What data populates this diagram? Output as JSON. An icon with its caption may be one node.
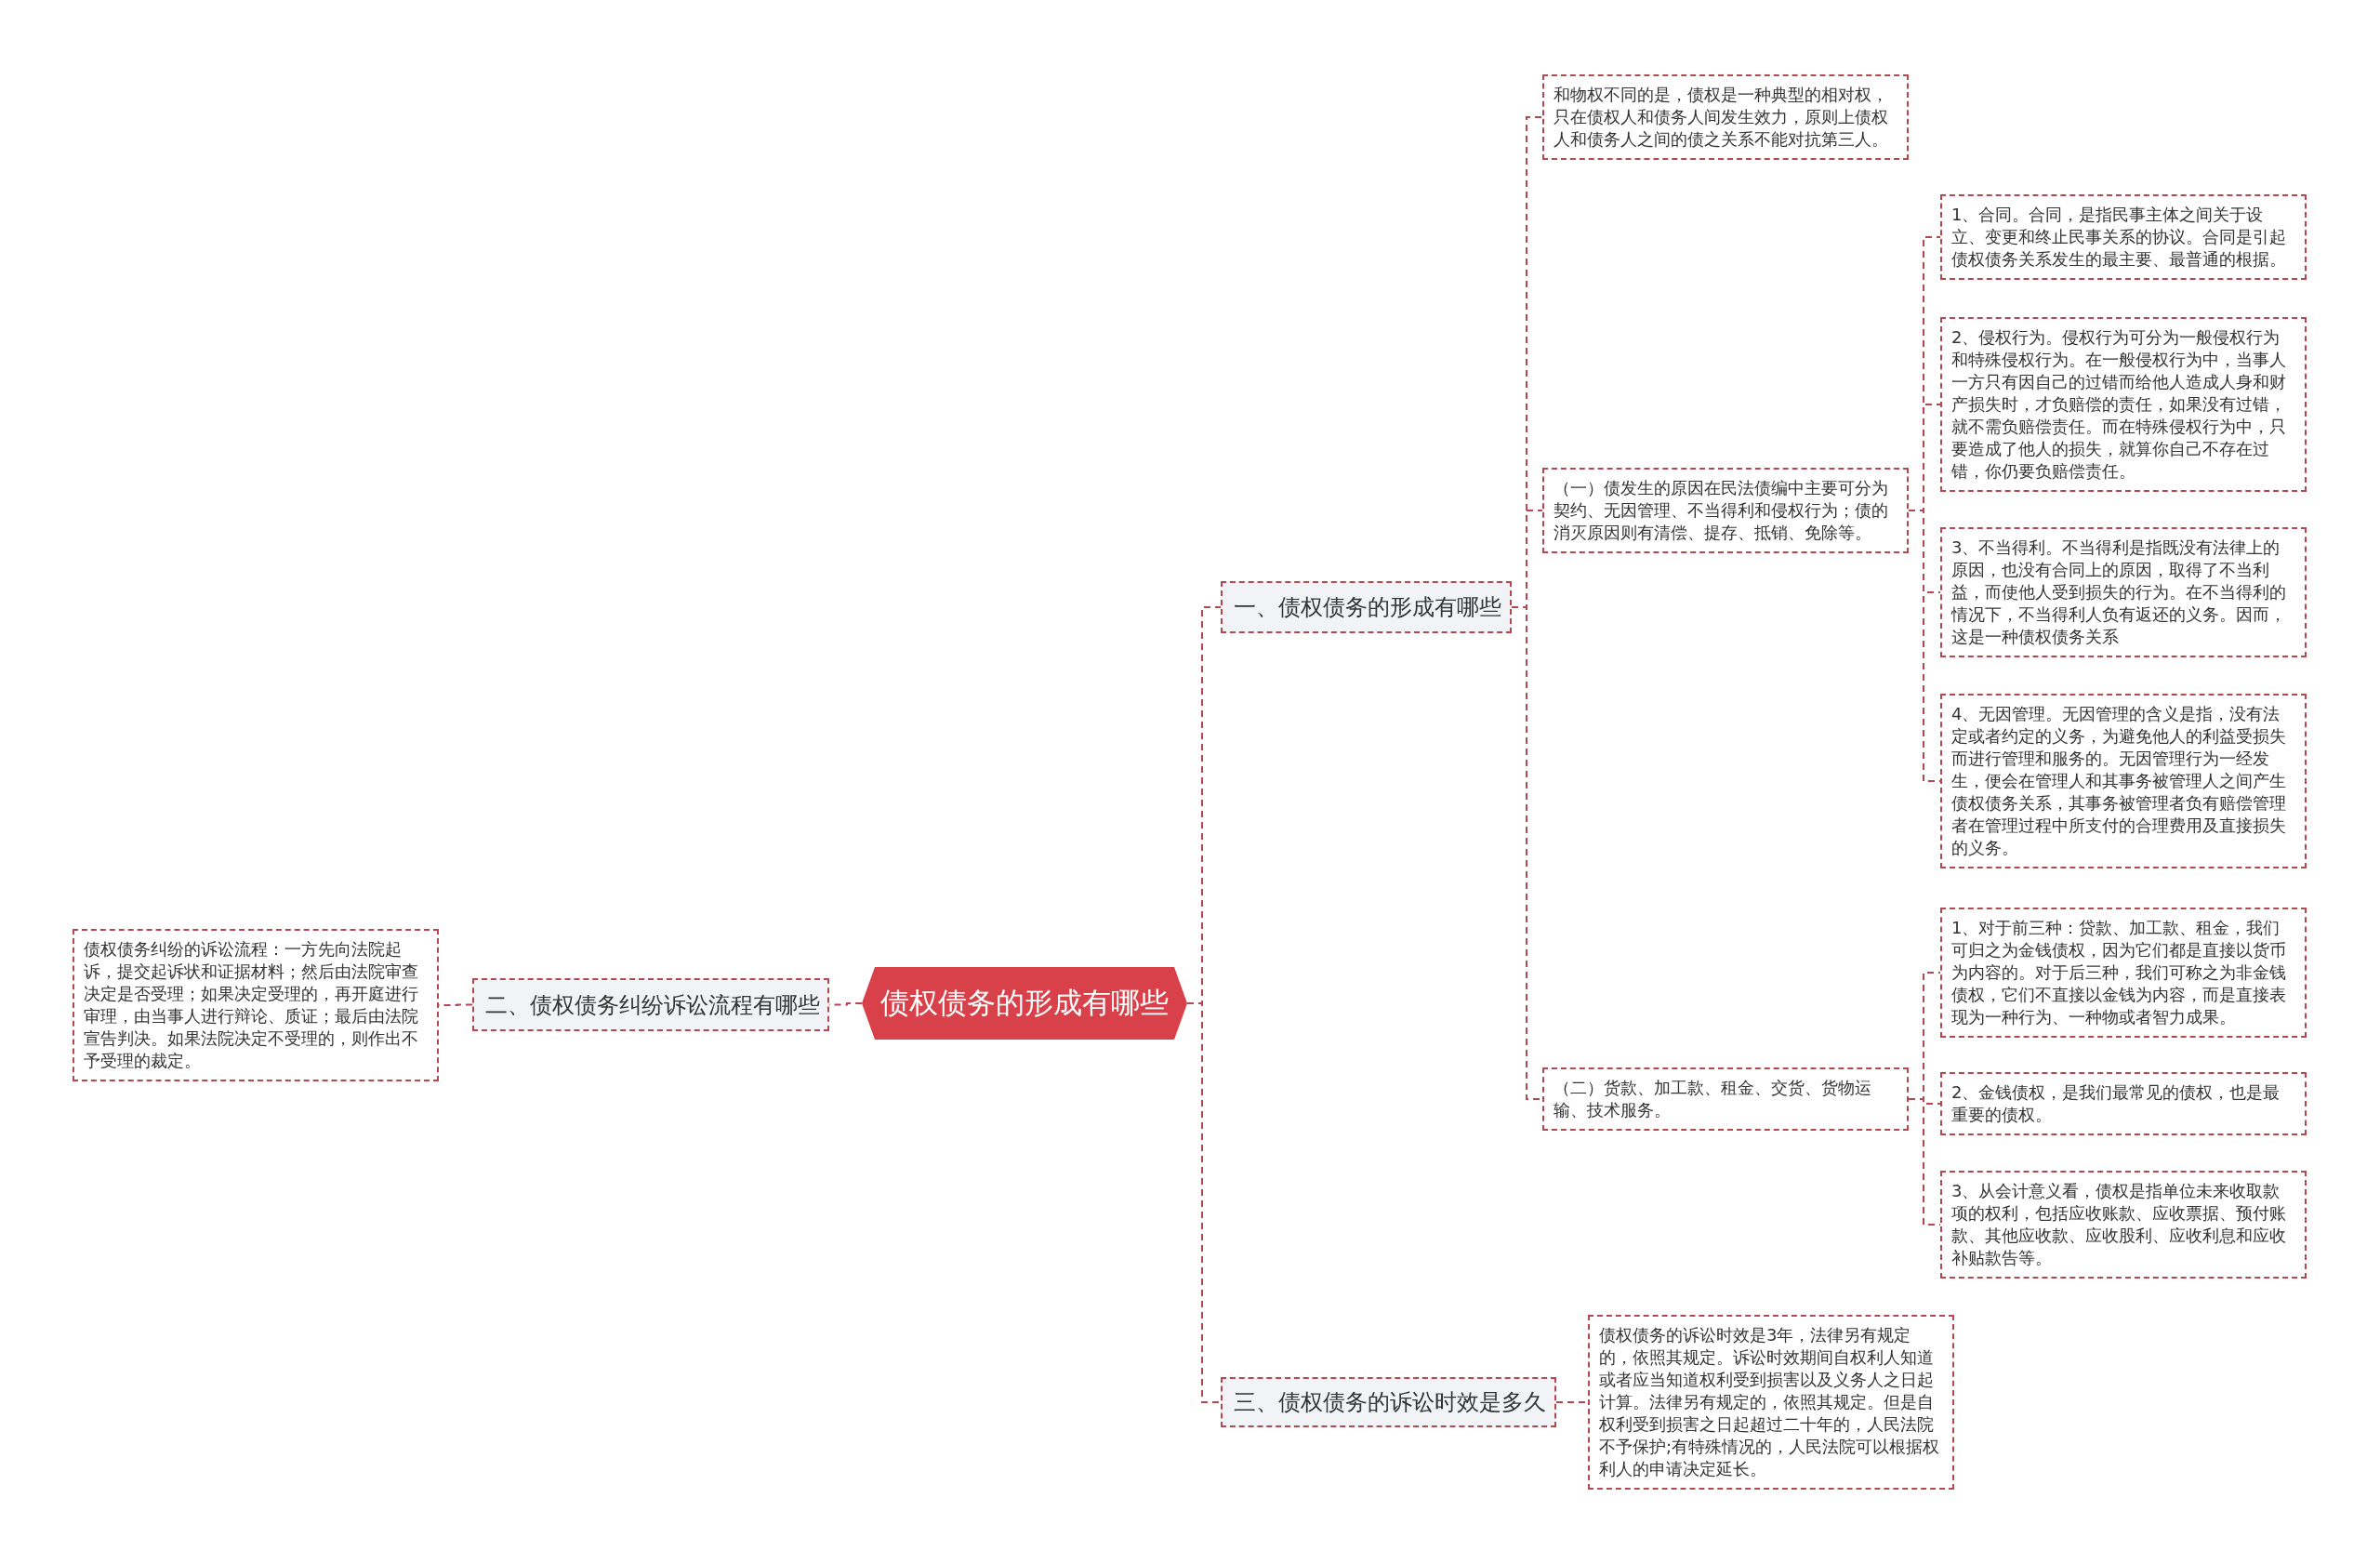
{
  "diagram": {
    "nodes": [
      {
        "text": [
          "债权债务的形成有哪些"
        ]
      },
      {
        "text": [
          "一、债权债务的形成有哪些"
        ]
      },
      {
        "text": [
          "和物权不同的是，债权是一种典型的相对权，只在债权人和债务人间发生效力，原则上债权人和债务人之间的债之关系不能对抗第三人。"
        ]
      },
      {
        "text": [
          "（一）债发生的原因在民法债编中主要可分为契约、无因管理、不当得利和侵权行为；债的消灭原因则有清偿、提存、抵销、免除等。"
        ]
      },
      {
        "text": [
          "1、合同。合同，是指民事主体之间关于设立、变更和终止民事关系的协议。合同是引起债权债务关系发生的最主要、最普通的根据。"
        ]
      },
      {
        "text": [
          "2、侵权行为。侵权行为可分为一般侵权行为和特殊侵权行为。在一般侵权行为中，当事人一方只有因自己的过错而给他人造成人身和财产损失时，才负赔偿的责任，如果没有过错，就不需负赔偿责任。而在特殊侵权行为中，只要造成了他人的损失，就算你自己不存在过错，你仍要负赔偿责任。"
        ]
      },
      {
        "text": [
          "3、不当得利。不当得利是指既没有法律上的原因，也没有合同上的原因，取得了不当利益，而使他人受到损失的行为。在不当得利的情况下，不当得利人负有返还的义务。因而，这是一种债权债务关系"
        ]
      },
      {
        "text": [
          "4、无因管理。无因管理的含义是指，没有法定或者约定的义务，为避免他人的利益受损失而进行管理和服务的。无因管理行为一经发生，便会在管理人和其事务被管理人之间产生债权债务关系，其事务被管理者负有赔偿管理者在管理过程中所支付的合理费用及直接损失的义务。"
        ]
      },
      {
        "text": [
          "（二）货款、加工款、租金、交货、货物运输、技术服务。"
        ]
      },
      {
        "text": [
          "1、对于前三种：贷款、加工款、租金，我们可归之为金钱债权，因为它们都是直接以货币为内容的。对于后三种，我们可称之为非金钱债权，它们不直接以金钱为内容，而是直接表现为一种行为、一种物或者智力成果。"
        ]
      },
      {
        "text": [
          "2、金钱债权，是我们最常见的债权，也是最重要的债权。"
        ]
      },
      {
        "text": [
          "3、从会计意义看，债权是指单位未来收取款项的权利，包括应收账款、应收票据、预付账款、其他应收款、应收股利、应收利息和应收补贴款告等。"
        ]
      },
      {
        "text": [
          "三、债权债务的诉讼时效是多久"
        ]
      },
      {
        "text": [
          "债权债务的诉讼时效是3年，法律另有规定的，依照其规定。诉讼时效期间自权利人知道或者应当知道权利受到损害以及义务人之日起计算。法律另有规定的，依照其规定。但是自权利受到损害之日起超过二十年的，人民法院不予保护;有特殊情况的，人民法院可以根据权利人的申请决定延长。"
        ]
      },
      {
        "text": [
          "二、债权债务纠纷诉讼流程有哪些"
        ]
      },
      {
        "text": [
          "债权债务纠纷的诉讼流程：一方先向法院起诉，提交起诉状和证据材料；然后由法院审查决定是否受理；如果决定受理的，再开庭进行审理，由当事人进行辩论、质证；最后由法院宣告判决。如果法院决定不受理的，则作出不予受理的裁定。"
        ]
      }
    ],
    "edges": [
      {
        "from": 0,
        "to": 1,
        "arrow": "none"
      },
      {
        "from": 1,
        "to": 2,
        "arrow": "none"
      },
      {
        "from": 1,
        "to": 3,
        "arrow": "none"
      },
      {
        "from": 3,
        "to": 4,
        "arrow": "none"
      },
      {
        "from": 3,
        "to": 5,
        "arrow": "none"
      },
      {
        "from": 3,
        "to": 6,
        "arrow": "none"
      },
      {
        "from": 3,
        "to": 7,
        "arrow": "none"
      },
      {
        "from": 1,
        "to": 8,
        "arrow": "none"
      },
      {
        "from": 8,
        "to": 9,
        "arrow": "none"
      },
      {
        "from": 8,
        "to": 10,
        "arrow": "none"
      },
      {
        "from": 8,
        "to": 11,
        "arrow": "none"
      },
      {
        "from": 0,
        "to": 12,
        "arrow": "none"
      },
      {
        "from": 12,
        "to": 13,
        "arrow": "none"
      },
      {
        "from": 0,
        "to": 14,
        "arrow": "none"
      },
      {
        "from": 14,
        "to": 15,
        "arrow": "none"
      }
    ]
  }
}
